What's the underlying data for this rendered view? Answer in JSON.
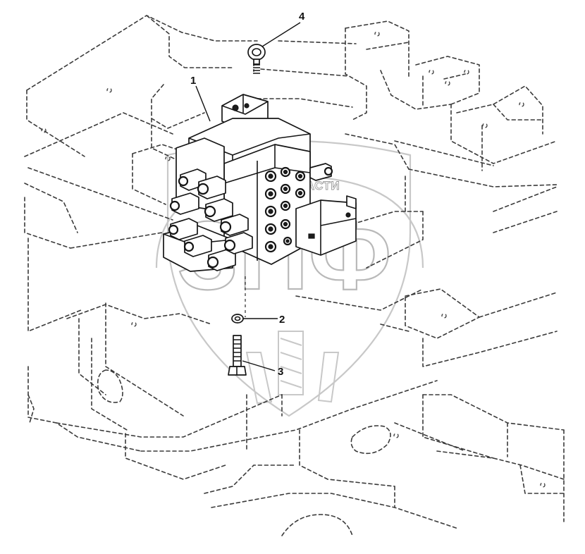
{
  "diagram": {
    "callouts": [
      {
        "id": "1",
        "label": "1",
        "part": "control-valve-block"
      },
      {
        "id": "2",
        "label": "2",
        "part": "washer"
      },
      {
        "id": "3",
        "label": "3",
        "part": "bolt"
      },
      {
        "id": "4",
        "label": "4",
        "part": "eye-bolt"
      }
    ]
  },
  "watermark": {
    "text": "УЧИСЬ ЗАПЧАСТИ",
    "letters": "ЗПФ",
    "color": "#b9b9b9"
  },
  "colors": {
    "line": "#151515",
    "frame": "#3a3a3a",
    "background": "#ffffff"
  }
}
